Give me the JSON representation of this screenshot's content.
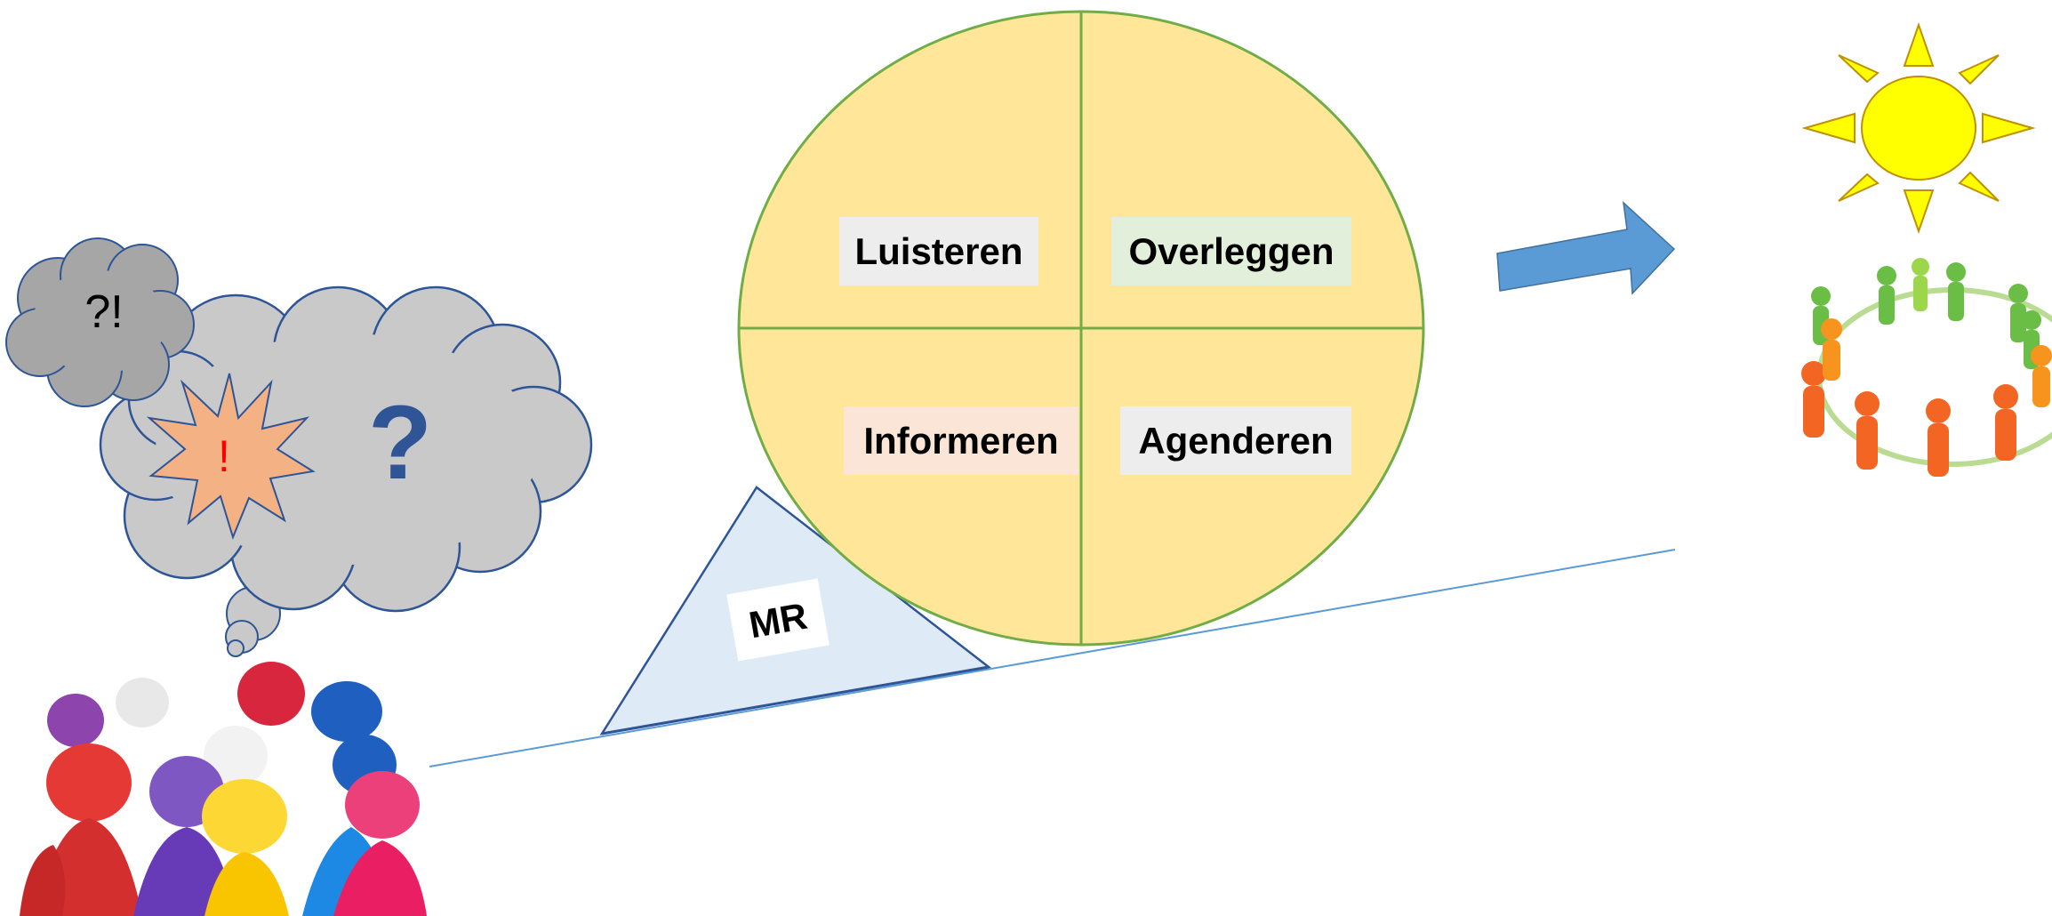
{
  "quadrants": {
    "top_left": "Luisteren",
    "top_right": "Overleggen",
    "bottom_left": "Informeren",
    "bottom_right": "Agenderen"
  },
  "wedge_label": "MR",
  "small_cloud_text": "?!",
  "burst_text": "!",
  "big_question": "?",
  "colors": {
    "circle_fill": "#FFE699",
    "circle_stroke": "#70AD47",
    "label_luisteren": "#EDEDED",
    "label_overleggen": "#E2EFDA",
    "label_informeren": "#FBE5D6",
    "label_agenderen": "#EDEDED",
    "wedge_fill": "#DEEBF7",
    "wedge_stroke": "#2E5597",
    "cloud_fill": "#C9C9C9",
    "cloud_small_fill": "#A6A6A6",
    "cloud_stroke": "#2E5597",
    "burst_fill": "#F4B183",
    "burst_text": "#FF0000",
    "question_mark": "#2F5597",
    "arrow": "#5B9BD5",
    "sun": "#FFFF00",
    "sun_stroke": "#BF9000",
    "slope_line": "#5B9BD5"
  },
  "icons": {
    "sun": "sun-icon",
    "people_circle": "people-circle-icon",
    "pawns": "pawns-image",
    "arrow": "right-arrow-icon"
  }
}
